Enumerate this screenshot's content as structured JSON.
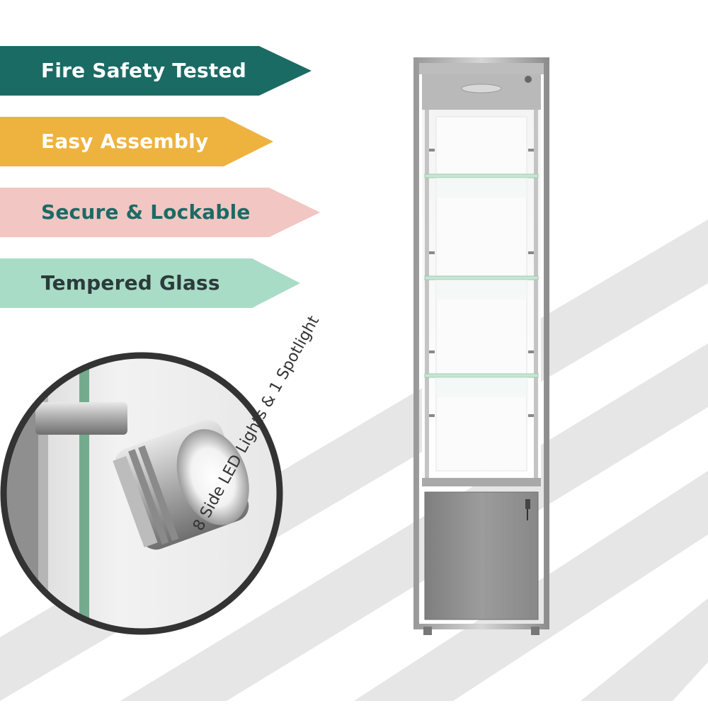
{
  "features": [
    {
      "label": "Fire Safety Tested",
      "bg": "#1b6b65",
      "fg": "#ffffff"
    },
    {
      "label": "Easy Assembly",
      "bg": "#eeb23e",
      "fg": "#ffffff"
    },
    {
      "label": "Secure & Lockable",
      "bg": "#f2c6c2",
      "fg": "#1b6b65"
    },
    {
      "label": "Tempered Glass",
      "bg": "#a9dcc6",
      "fg": "#2b3b3b"
    }
  ],
  "callout": {
    "caption": "8 Side LED Lights & 1 Spotlight",
    "ring_color": "#333333"
  },
  "background_stripe_color": "#e6e6e6"
}
